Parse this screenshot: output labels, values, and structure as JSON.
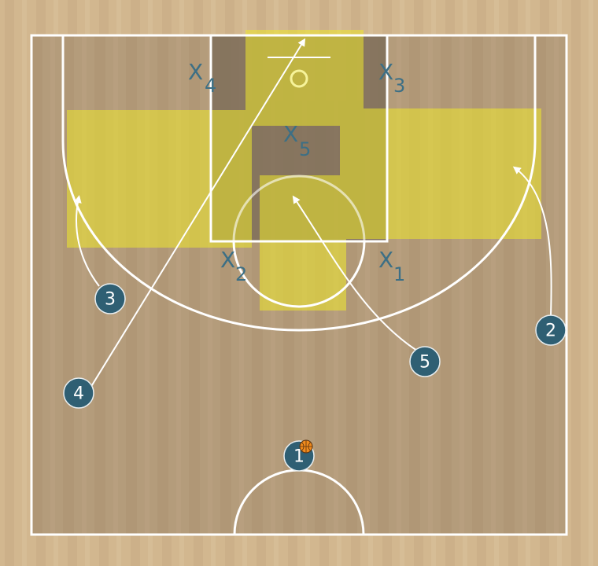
{
  "colors": {
    "court_wood": "#b29a7a",
    "out_of_bounds": "#cfb48d",
    "lines": "#ffffff",
    "paint": "#7d6d5a",
    "zone_highlight": "#f0ec2a",
    "player_fill": "#2f5f73",
    "defender_text": "#3c6f85",
    "ball": "#f08a1c"
  },
  "offense": [
    {
      "id": "1",
      "label": "1"
    },
    {
      "id": "2",
      "label": "2"
    },
    {
      "id": "3",
      "label": "3"
    },
    {
      "id": "4",
      "label": "4"
    },
    {
      "id": "5",
      "label": "5"
    }
  ],
  "defense": [
    {
      "id": "x1",
      "letter": "X",
      "number": "1"
    },
    {
      "id": "x2",
      "letter": "X",
      "number": "2"
    },
    {
      "id": "x3",
      "letter": "X",
      "number": "3"
    },
    {
      "id": "x4",
      "letter": "X",
      "number": "4"
    },
    {
      "id": "x5",
      "letter": "X",
      "number": "5"
    }
  ],
  "ball_icon": "basketball-icon"
}
